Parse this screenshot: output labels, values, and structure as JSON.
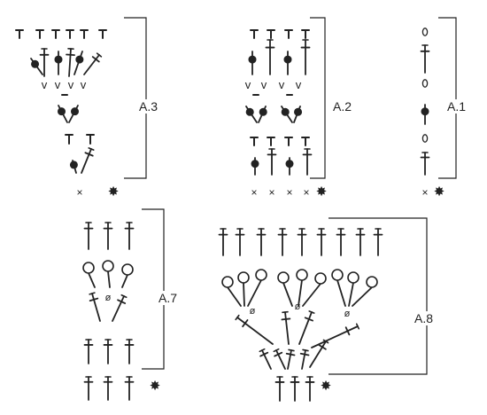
{
  "diagrams": [
    {
      "id": "A.3",
      "label": "A.3"
    },
    {
      "id": "A.2",
      "label": "A.2"
    },
    {
      "id": "A.1",
      "label": "A.1"
    },
    {
      "id": "A.7",
      "label": "A.7"
    },
    {
      "id": "A.8",
      "label": "A.8"
    }
  ],
  "symbols": {
    "chain": "0",
    "single_crochet": "×",
    "start_marker": "✸",
    "increase_v": "v",
    "skip_ring": "ø"
  },
  "colors": {
    "ink": "#222222",
    "background": "#ffffff"
  }
}
